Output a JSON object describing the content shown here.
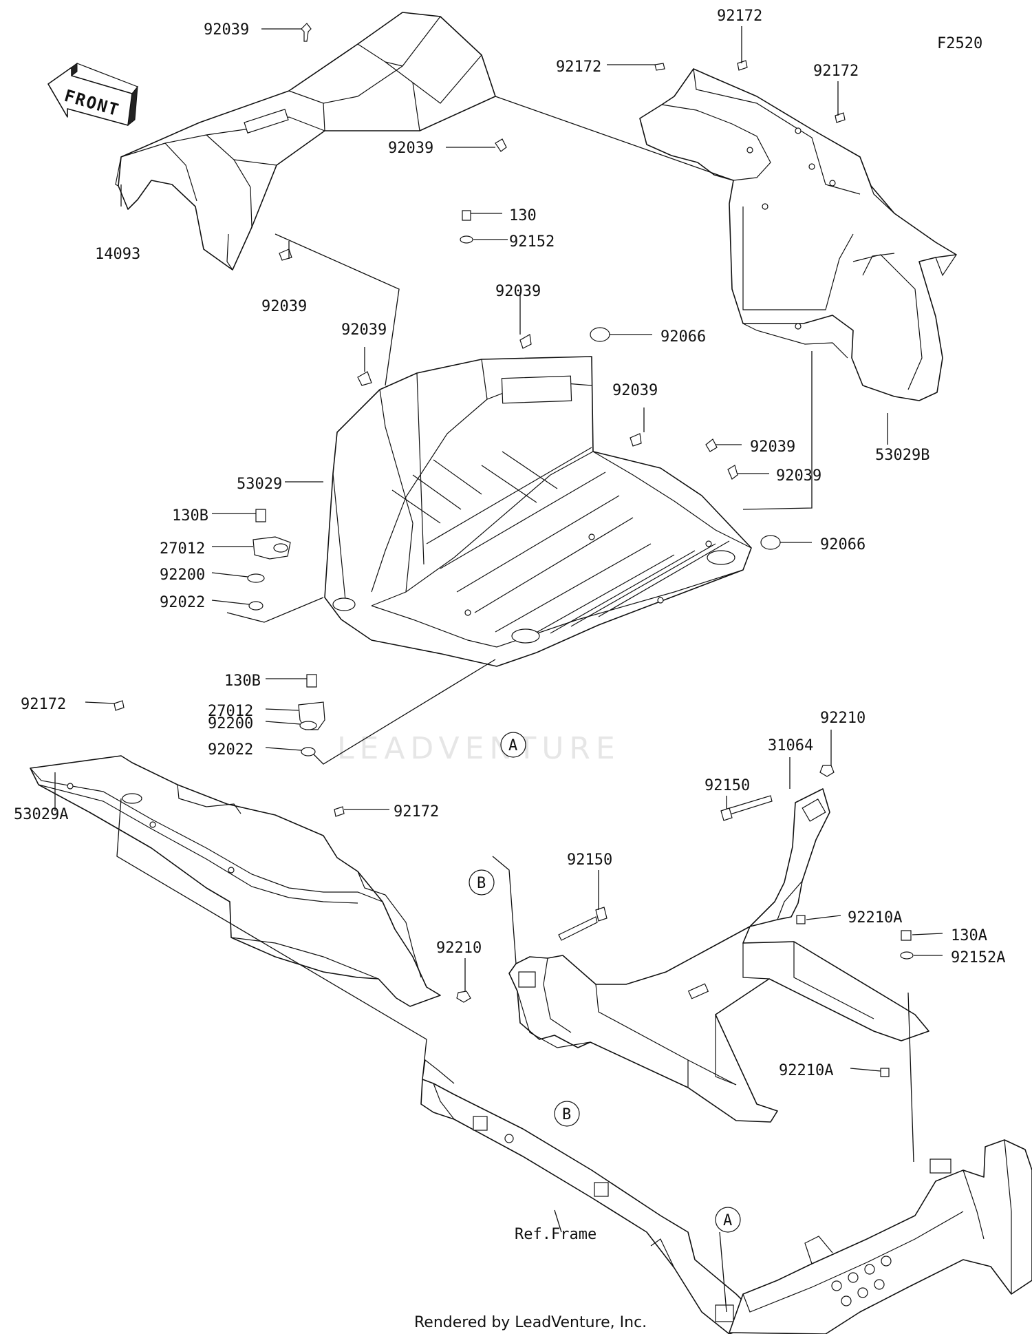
{
  "figure_code": "F2520",
  "front_arrow": "FRONT",
  "watermark": "LEADVENTURE",
  "footer": "Rendered by LeadVenture, Inc.",
  "callouts": [
    {
      "id": "c1",
      "text": "92039"
    },
    {
      "id": "c2",
      "text": "92039"
    },
    {
      "id": "c3",
      "text": "14093"
    },
    {
      "id": "c4",
      "text": "92039"
    },
    {
      "id": "c5",
      "text": "92172"
    },
    {
      "id": "c6",
      "text": "92172"
    },
    {
      "id": "c7",
      "text": "92172"
    },
    {
      "id": "c8",
      "text": "130"
    },
    {
      "id": "c9",
      "text": "92152"
    },
    {
      "id": "c10",
      "text": "92039"
    },
    {
      "id": "c11",
      "text": "92066"
    },
    {
      "id": "c12",
      "text": "92039"
    },
    {
      "id": "c13",
      "text": "92039"
    },
    {
      "id": "c14",
      "text": "92039"
    },
    {
      "id": "c15",
      "text": "92039"
    },
    {
      "id": "c16",
      "text": "53029B"
    },
    {
      "id": "c17",
      "text": "53029"
    },
    {
      "id": "c18",
      "text": "130B"
    },
    {
      "id": "c19",
      "text": "27012"
    },
    {
      "id": "c20",
      "text": "92200"
    },
    {
      "id": "c21",
      "text": "92022"
    },
    {
      "id": "c22",
      "text": "92066"
    },
    {
      "id": "c23",
      "text": "130B"
    },
    {
      "id": "c24",
      "text": "27012"
    },
    {
      "id": "c25",
      "text": "92172"
    },
    {
      "id": "c26",
      "text": "92200"
    },
    {
      "id": "c27",
      "text": "92022"
    },
    {
      "id": "c28",
      "text": "92210"
    },
    {
      "id": "c29",
      "text": "31064"
    },
    {
      "id": "c30",
      "text": "92150"
    },
    {
      "id": "c31",
      "text": "53029A"
    },
    {
      "id": "c32",
      "text": "92172"
    },
    {
      "id": "c33",
      "text": "92150"
    },
    {
      "id": "c34",
      "text": "92210A"
    },
    {
      "id": "c35",
      "text": "130A"
    },
    {
      "id": "c36",
      "text": "92152A"
    },
    {
      "id": "c37",
      "text": "92210"
    },
    {
      "id": "c38",
      "text": "92210A"
    },
    {
      "id": "c39",
      "text": "Ref.Frame"
    }
  ],
  "markers": [
    {
      "id": "m1",
      "text": "A"
    },
    {
      "id": "m2",
      "text": "B"
    },
    {
      "id": "m3",
      "text": "B"
    },
    {
      "id": "m4",
      "text": "A"
    }
  ]
}
